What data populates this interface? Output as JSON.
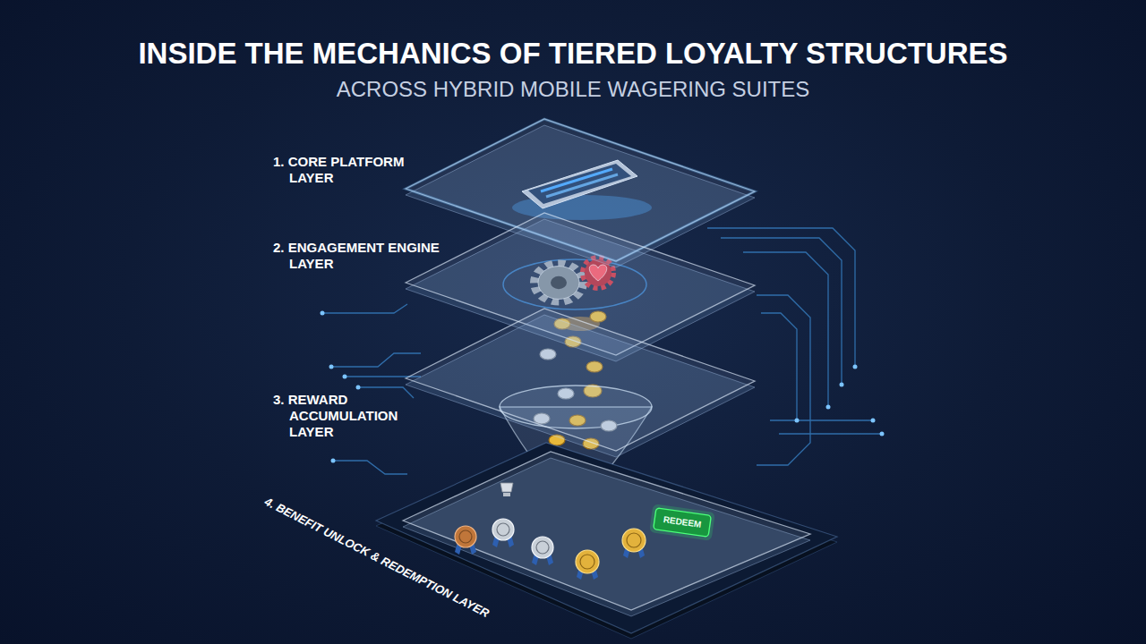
{
  "diagram": {
    "title": "INSIDE THE MECHANICS OF TIERED LOYALTY STRUCTURES",
    "nodes": [
      {
        "text": [
          "1. CORE PLATFORM LAYER"
        ]
      },
      {
        "text": [
          "2. ENGAGEMENT ENGINE LAYER"
        ]
      },
      {
        "text": [
          "3. REWARD ACCUMULATION LAYER"
        ]
      },
      {
        "text": [
          "4. BENEFIT UNLOCK & REDEMPTION LAYER"
        ]
      }
    ],
    "labels": [
      "ACROSS HYBRID MOBILE WAGERING SUITES",
      "REDEEM"
    ]
  }
}
